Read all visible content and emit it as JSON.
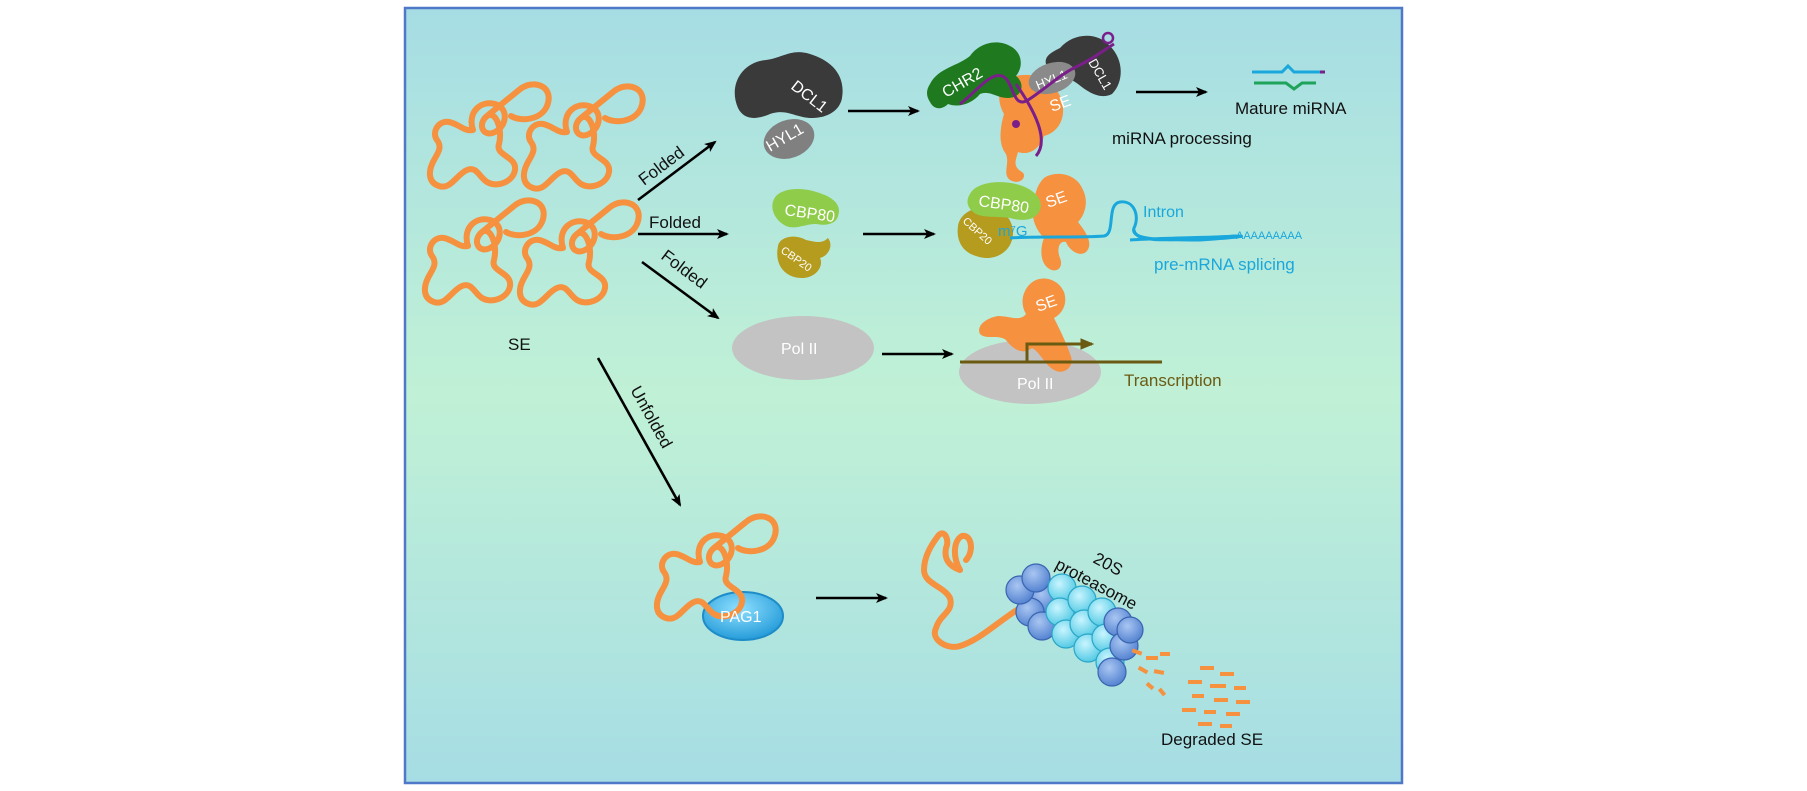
{
  "labels": {
    "se": "SE",
    "folded_1": "Folded",
    "folded_2": "Folded",
    "folded_3": "Folded",
    "unfolded": "Unfolded",
    "dcl1": "DCL1",
    "hyl1": "HYL1",
    "cbp80": "CBP80",
    "cbp20": "CBP20",
    "pol2": "Pol II",
    "chr2": "CHR2",
    "complex_hyl1": "HYL1",
    "complex_dcl1": "DCL1",
    "complex_se_1": "SE",
    "mature_mirna": "Mature miRNA",
    "mirna_processing": "miRNA processing",
    "complex_cbp80": "CBP80",
    "complex_cbp20": "CBP20",
    "complex_se_2": "SE",
    "m7g": "m⁷G",
    "intron": "Intron",
    "polya": "AAAAAAAAA",
    "pre_mrna_splicing": "pre-mRNA splicing",
    "complex_se_3": "SE",
    "complex_pol2": "Pol II",
    "transcription": "Transcription",
    "pag1": "PAG1",
    "proteasome_20s": "20S",
    "proteasome_word": "proteasome",
    "degraded_se": "Degraded SE"
  },
  "colors": {
    "se": "#f5913f",
    "dcl1": "#3a3a3a",
    "hyl1": "#808080",
    "cbp80": "#8fcc4a",
    "cbp20": "#b59b1e",
    "pol2": "#c3c3c3",
    "chr2": "#1f7a1f",
    "rna_strand": "#7a1f8a",
    "intron": "#1aa7dc",
    "transcription": "#6b5a12",
    "pag1": "#2fa8e0",
    "proteasome_outer": "#6c95d8",
    "proteasome_inner": "#7fd8ea",
    "mirna_top": "#1aa7dc",
    "mirna_bottom": "#1fa35a"
  }
}
